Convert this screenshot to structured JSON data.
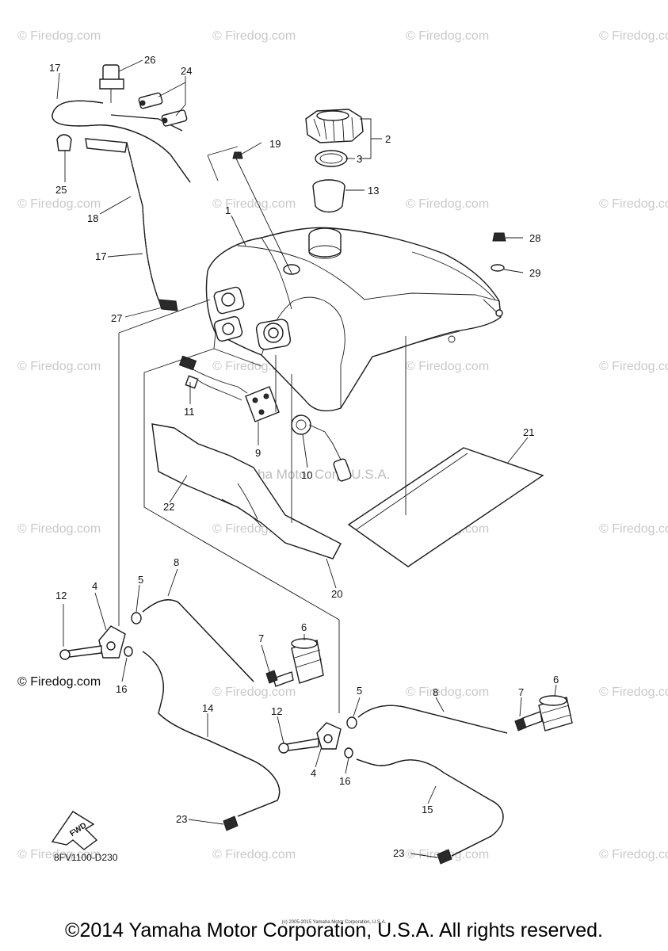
{
  "watermark": {
    "brand": "© Firedog.com",
    "center": "Yamaha Motor Corp, U.S.A."
  },
  "side_copyright": "© Firedog.com",
  "diagram_code": "8FV1100-D230",
  "fwd_label": "FWD",
  "footer": "©2014 Yamaha Motor Corporation, U.S.A. All rights reserved.",
  "tiny_note": "(c) 2005-2015 Yamaha Motor Corporation, U.S.A.",
  "callouts": {
    "c1": "1",
    "c2": "2",
    "c3": "3",
    "c4a": "4",
    "c4b": "4",
    "c5a": "5",
    "c5b": "5",
    "c6a": "6",
    "c6b": "6",
    "c7a": "7",
    "c7b": "7",
    "c8a": "8",
    "c8b": "8",
    "c9": "9",
    "c10": "10",
    "c11": "11",
    "c12a": "12",
    "c12b": "12",
    "c13": "13",
    "c14": "14",
    "c15": "15",
    "c16a": "16",
    "c16b": "16",
    "c17a": "17",
    "c17b": "17",
    "c18": "18",
    "c19": "19",
    "c20": "20",
    "c21": "21",
    "c22": "22",
    "c23a": "23",
    "c23b": "23",
    "c24": "24",
    "c25": "25",
    "c26": "26",
    "c27": "27",
    "c28": "28",
    "c29": "29"
  }
}
